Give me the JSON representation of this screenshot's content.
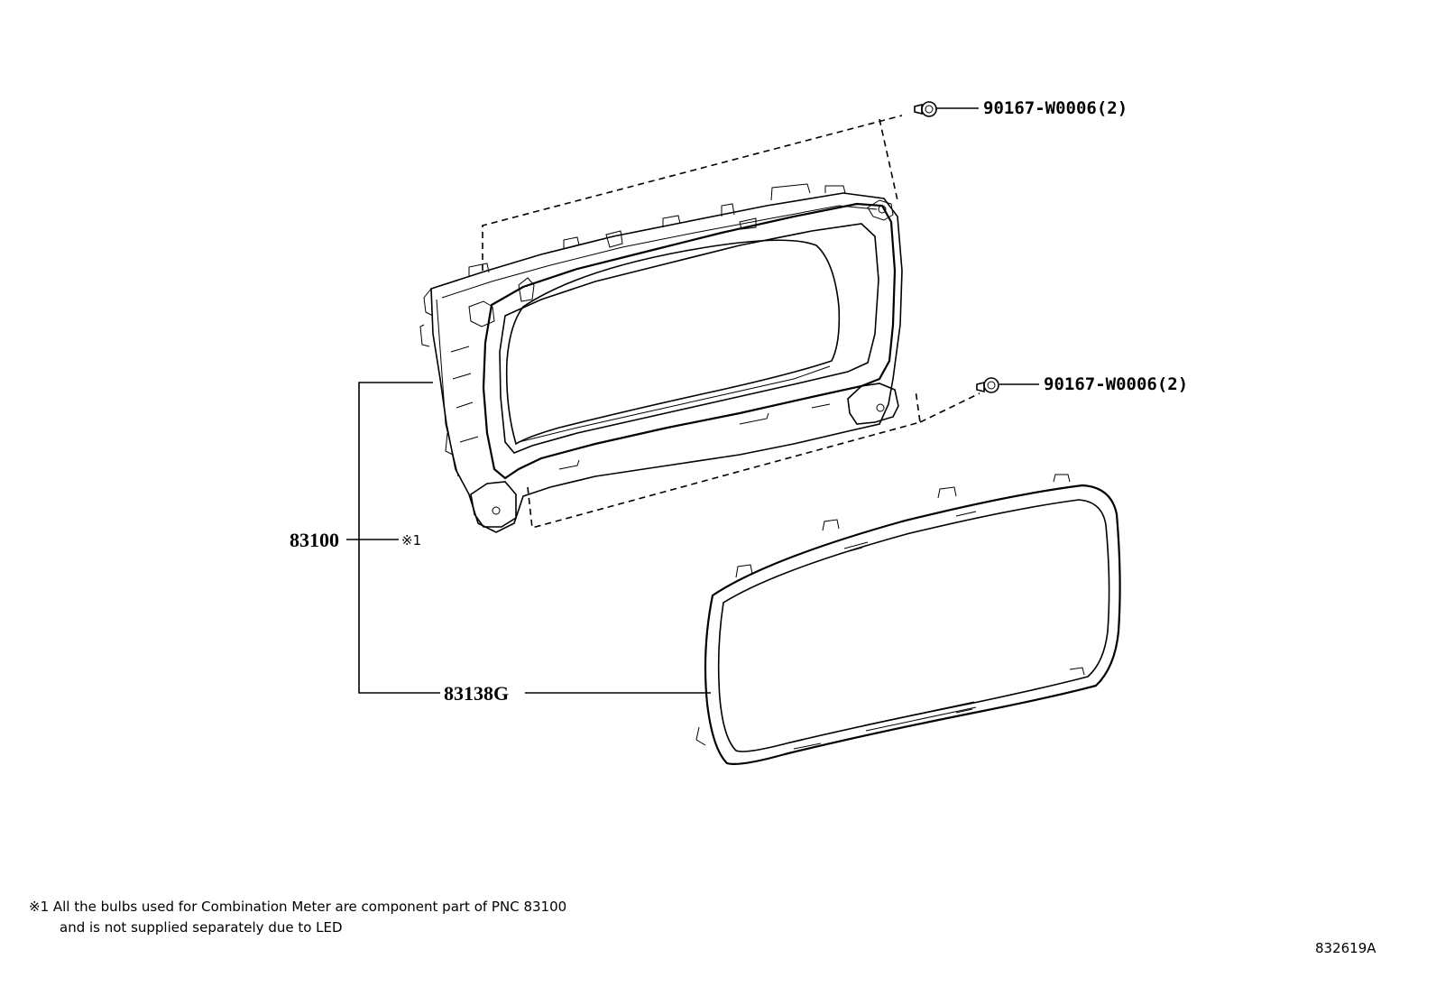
{
  "callouts": {
    "screw_upper": "90167-W0006(2)",
    "screw_lower": "90167-W0006(2)",
    "meter_assembly": "83100",
    "note_ref": "※1",
    "glass": "83138G"
  },
  "footnote": {
    "line1": "※1 All the bulbs used for Combination Meter are component part of PNC 83100",
    "line2": "and is not supplied separately due to LED"
  },
  "figure_id": "832619A"
}
